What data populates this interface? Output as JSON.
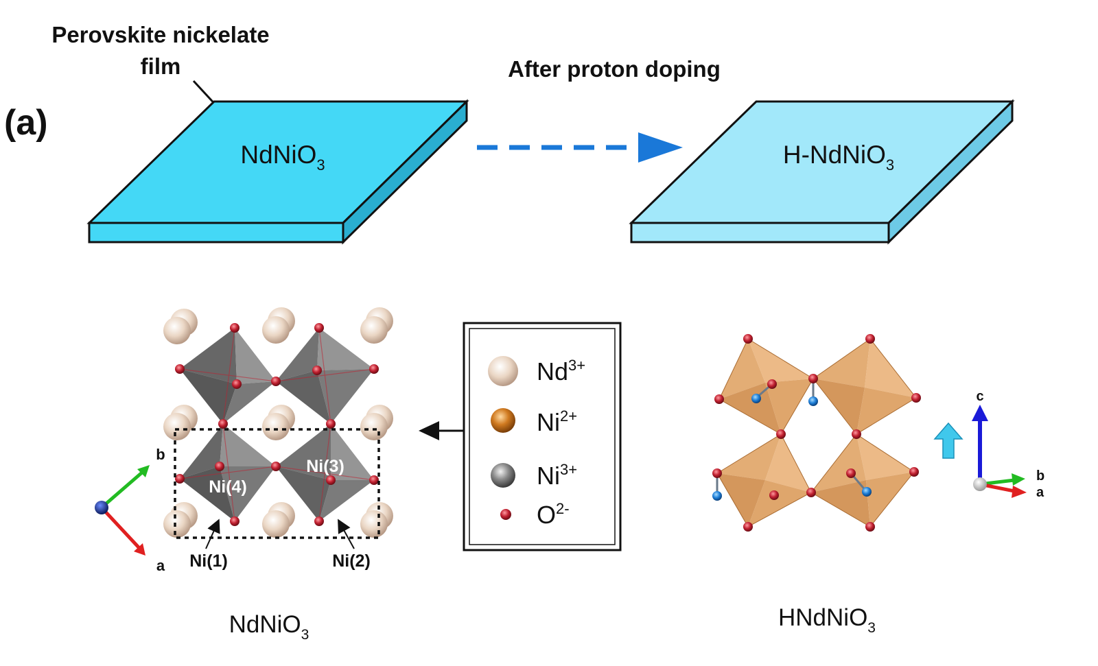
{
  "panel_label": "(a)",
  "top": {
    "film_caption_line1": "Perovskite nickelate",
    "film_caption_line2": "film",
    "transition_label": "After proton doping",
    "slab_left": {
      "main": "NdNiO",
      "sub": "3",
      "color": "#44d8f6",
      "dark": "#2aaed0"
    },
    "slab_right": {
      "main": "H-NdNiO",
      "sub": "3",
      "color": "#a2e8fa",
      "dark": "#6dcae6"
    }
  },
  "legend": {
    "items": [
      {
        "label": "Nd",
        "sup": "3+",
        "icon": "nd-atom-icon"
      },
      {
        "label": "Ni",
        "sup": "2+",
        "icon": "ni2-atom-icon"
      },
      {
        "label": "Ni",
        "sup": "3+",
        "icon": "ni3-atom-icon"
      },
      {
        "label": "O",
        "sup": "2-",
        "icon": "oxygen-atom-icon"
      }
    ]
  },
  "left_structure": {
    "site_labels": [
      "Ni(4)",
      "Ni(3)",
      "Ni(1)",
      "Ni(2)"
    ],
    "axis_labels": [
      "b",
      "a"
    ],
    "caption_main": "NdNiO",
    "caption_sub": "3"
  },
  "right_structure": {
    "axis_labels": [
      "c",
      "b",
      "a"
    ],
    "caption_main": "HNdNiO",
    "caption_sub": "3"
  },
  "colors": {
    "nd": "#e6cdb8",
    "ni2": "#c8731c",
    "ni3": "#7a7a7a",
    "oxygen": "#c02030",
    "hydrogen": "#1e7fd8",
    "octa_gray": "#6e6e6e",
    "octa_orange": "#dc9c5c",
    "arrow_blue": "#1a78d8"
  }
}
